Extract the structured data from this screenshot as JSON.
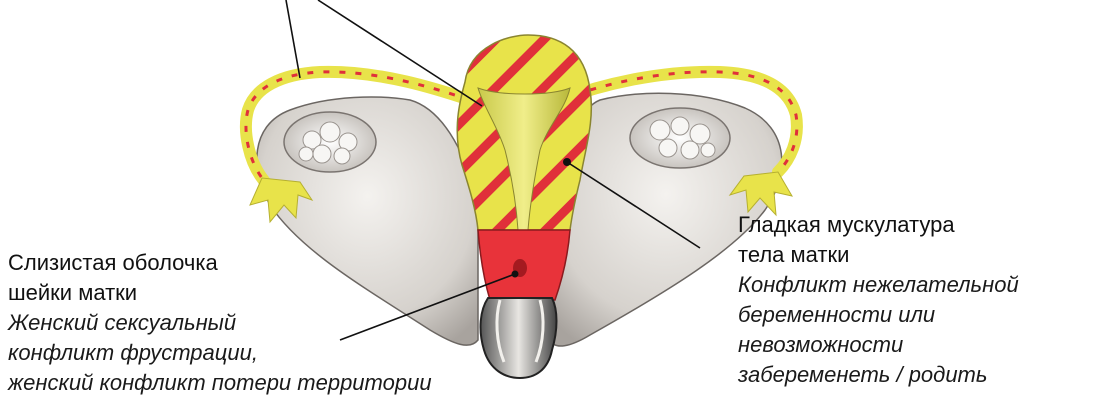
{
  "labels": {
    "cervix_mucosa": {
      "title_lines": [
        "Слизистая оболочка",
        "шейки матки"
      ],
      "desc_lines": [
        "Женский сексуальный",
        "конфликт фрустрации,",
        "женский конфликт потери территории"
      ]
    },
    "uterus_smooth_muscle": {
      "title_lines": [
        "Гладкая мускулатура",
        "тела матки"
      ],
      "desc_lines": [
        "Конфликт нежелательной",
        "беременности или",
        "невозможности",
        "забеременеть / родить"
      ]
    }
  },
  "colors": {
    "endometrium_yellow": "#e8e34a",
    "stripe_red": "#e0303a",
    "cervix_red": "#e8333a",
    "tissue_gray": "#d9d6d2",
    "leader_line": "#111111"
  }
}
